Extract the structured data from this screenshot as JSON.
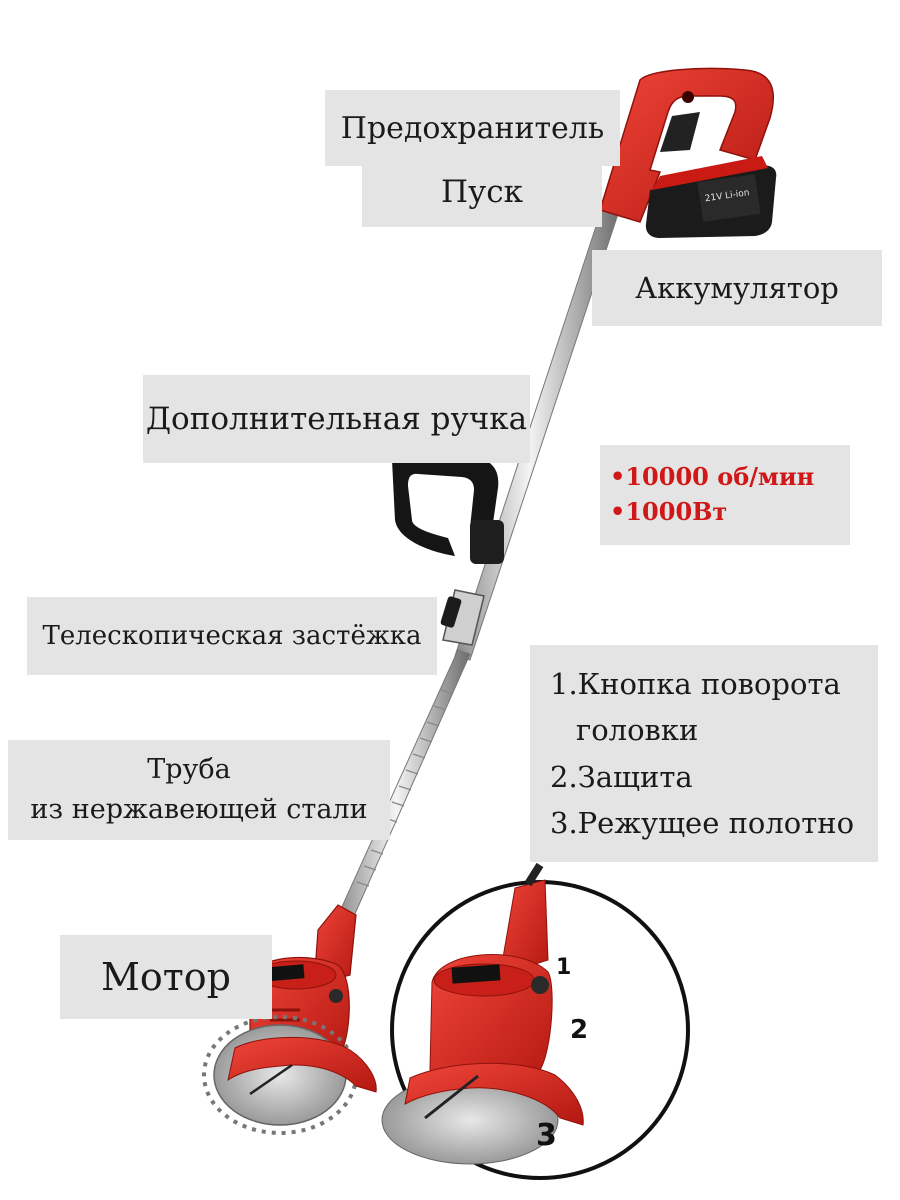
{
  "labels": {
    "fuse": "Предохранитель",
    "start": "Пуск",
    "battery": "Аккумулятор",
    "extra_handle": "Дополнительная ручка",
    "telescopic_clasp": "Телескопическая застёжка",
    "tube_line1": "Труба",
    "tube_line2": "из нержавеющей стали",
    "motor": "Мотор"
  },
  "specs": {
    "rpm": "•10000 об/мин",
    "power": "•1000Вт"
  },
  "head_parts": {
    "item1_line1": "1.Кнопка поворота",
    "item1_line2": "головки",
    "item2": "2.Защита",
    "item3": "3.Режущее полотно"
  },
  "callouts": {
    "n1": "1",
    "n2": "2",
    "n3": "3"
  },
  "colors": {
    "label_bg": "#e4e4e4",
    "accent_red": "#d01818",
    "tool_red": "#e02a22"
  },
  "icons": {
    "product": "grass-trimmer-illustration",
    "detail": "trimmer-head-zoom-circle"
  }
}
